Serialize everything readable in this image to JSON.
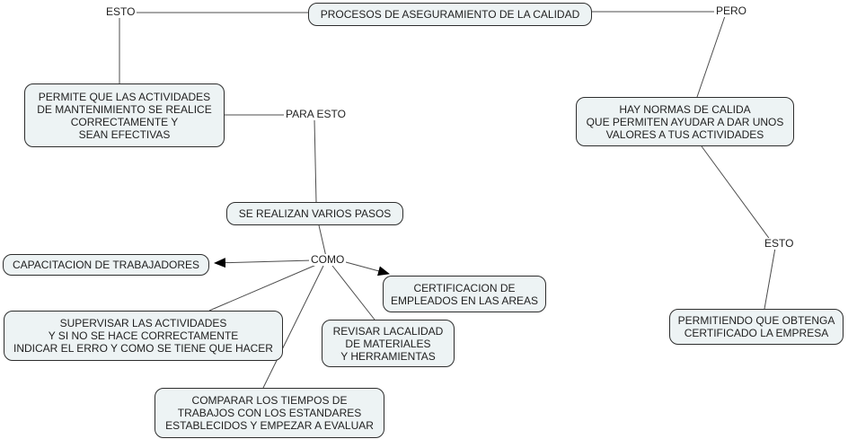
{
  "title": "PROCESOS DE ASEGURAMIENTO DE LA CALIDAD",
  "colors": {
    "background": "#ffffff",
    "node_fill": "#edf3f4",
    "node_border": "#2d2d2d",
    "node_text": "#1f1f1f",
    "connector": "#4c4c4c",
    "arrowhead": "#000000"
  },
  "nodes": {
    "procesos": {
      "label": "PROCESOS DE ASEGURAMIENTO DE LA CALIDAD"
    },
    "permite": {
      "label": "PERMITE QUE LAS ACTIVIDADES\nDE MANTENIMIENTO SE REALICE\nCORRECTAMENTE Y\nSEAN EFECTIVAS"
    },
    "hay_normas": {
      "label": "HAY NORMAS DE CALIDA\nQUE PERMITEN AYUDAR A DAR UNOS\nVALORES A TUS ACTIVIDADES"
    },
    "se_realizan": {
      "label": "SE REALIZAN VARIOS PASOS"
    },
    "capacitacion": {
      "label": "CAPACITACION DE TRABAJADORES"
    },
    "certificacion": {
      "label": "CERTIFICACION DE\nEMPLEADOS EN LAS AREAS"
    },
    "supervisar": {
      "label": "SUPERVISAR LAS ACTIVIDADES\nY SI NO SE HACE CORRECTAMENTE\nINDICAR EL ERRO Y COMO SE TIENE QUE HACER"
    },
    "revisar": {
      "label": "REVISAR LACALIDAD\nDE MATERIALES\nY HERRAMIENTAS"
    },
    "comparar": {
      "label": "COMPARAR LOS TIEMPOS DE\nTRABAJOS CON LOS ESTANDARES\nESTABLECIDOS Y EMPEZAR A EVALUAR"
    },
    "permitiendo": {
      "label": "PERMITIENDO QUE OBTENGA\nCERTIFICADO LA EMPRESA"
    }
  },
  "link_labels": {
    "esto_left": "ESTO",
    "pero": "PERO",
    "para_esto": "PARA ESTO",
    "como": "COMO",
    "esto_right": "ESTO"
  }
}
